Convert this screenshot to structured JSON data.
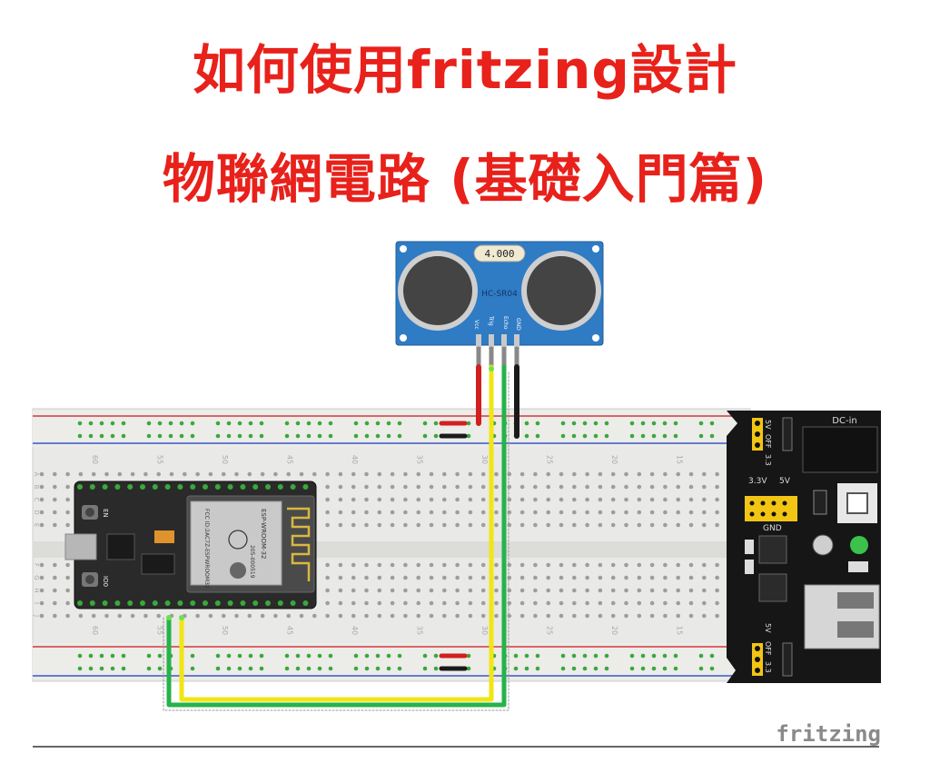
{
  "title": {
    "line1": "如何使用fritzing設計",
    "line2": "物聯網電路 (基礎入門篇)"
  },
  "sensor": {
    "display": "4.000",
    "model": "HC-SR04",
    "pins": [
      "Vcc",
      "Trig",
      "Echo",
      "GND"
    ]
  },
  "breadboard": {
    "column_numbers": [
      "60",
      "55",
      "50",
      "45",
      "40",
      "35",
      "30",
      "25",
      "20",
      "15"
    ],
    "row_letters_top": [
      "A",
      "B",
      "C",
      "D",
      "E"
    ],
    "row_letters_bottom": [
      "F",
      "G",
      "H",
      "I",
      "J"
    ]
  },
  "esp32": {
    "module_lines": [
      "ESP-WROOM-32",
      "FCC ID:2AC7Z-ESPWROOM32",
      "205-000519"
    ],
    "btn_en": "EN",
    "btn_io0": "IO0"
  },
  "power_module": {
    "jack_label": "DC-in",
    "jumper_top": [
      "5V",
      "OFF",
      "3.3"
    ],
    "jumper_bottom": [
      "5V",
      "OFF",
      "3.3"
    ],
    "header_labels": [
      "3.3V",
      "5V"
    ],
    "gnd_label": "GND"
  },
  "watermark": "fritzing",
  "colors": {
    "title": "#e8211b",
    "sensor_board": "#2f7bc4",
    "wire_vcc": "#d21f1f",
    "wire_trig": "#f0e614",
    "wire_echo": "#25b34a",
    "wire_gnd": "#1a1a1a",
    "rail_red": "#d23a3a",
    "rail_blue": "#3a56c8",
    "hole_green": "#3aa83a"
  }
}
